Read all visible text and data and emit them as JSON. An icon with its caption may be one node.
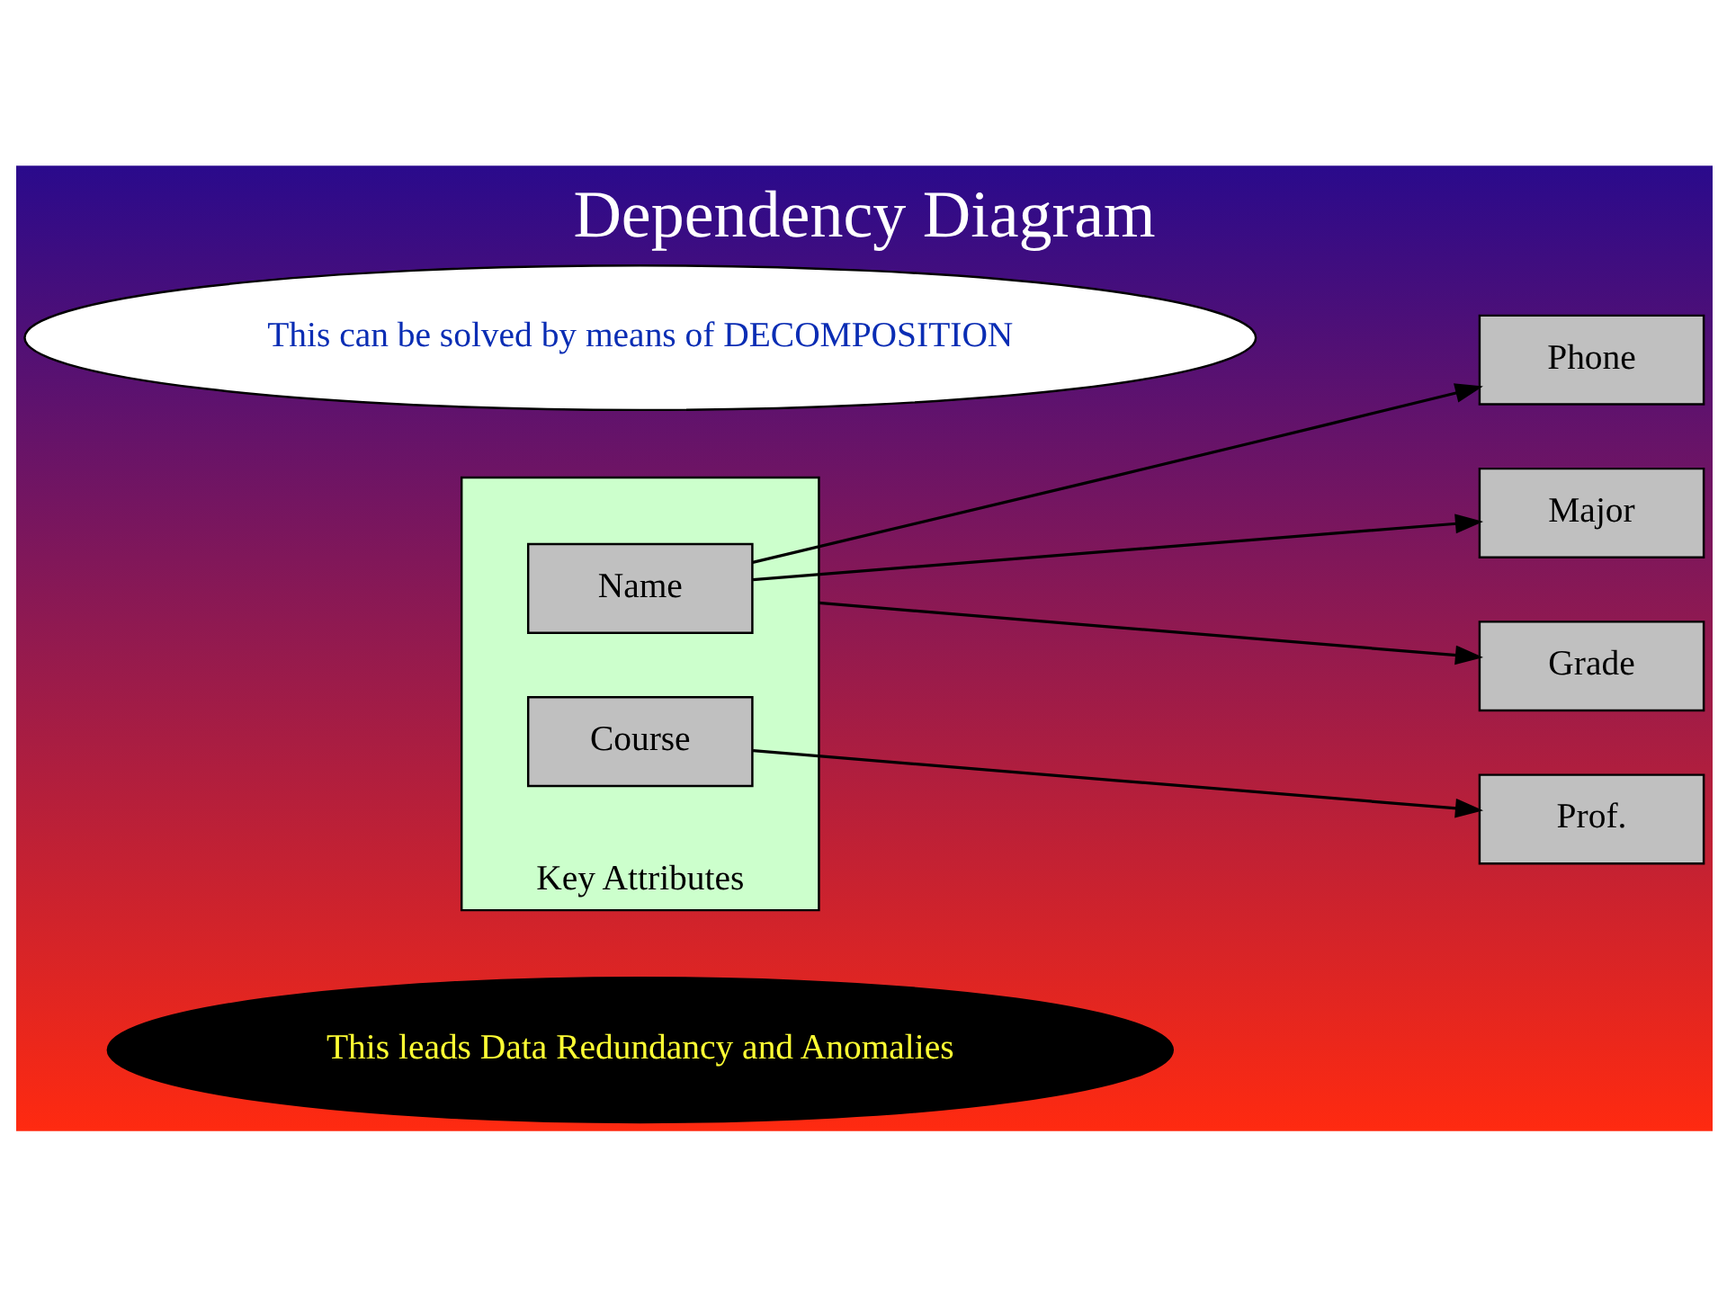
{
  "diagram": {
    "title": "Dependency Diagram",
    "nodes": [
      {
        "text": [
          "This leads Data Redundancy and Anomalies"
        ]
      },
      {
        "text": [
          "Key Attributes"
        ]
      },
      {
        "text": [
          "Name"
        ],
        "in": 1
      },
      {
        "text": [
          "Course"
        ],
        "in": 1
      },
      {
        "text": [
          "Phone"
        ]
      },
      {
        "text": [
          "Major"
        ]
      },
      {
        "text": [
          "Grade"
        ]
      },
      {
        "text": [
          "Prof."
        ]
      },
      {
        "text": [
          "This can be solved by means of DECOMPOSITION"
        ]
      }
    ],
    "edges": [
      {
        "from": 2,
        "to": 4,
        "arrow": "to"
      },
      {
        "from": 2,
        "to": 5,
        "arrow": "to"
      },
      {
        "from": 1,
        "to": 6,
        "arrow": "to"
      },
      {
        "from": 3,
        "to": 7,
        "arrow": "to"
      }
    ]
  }
}
